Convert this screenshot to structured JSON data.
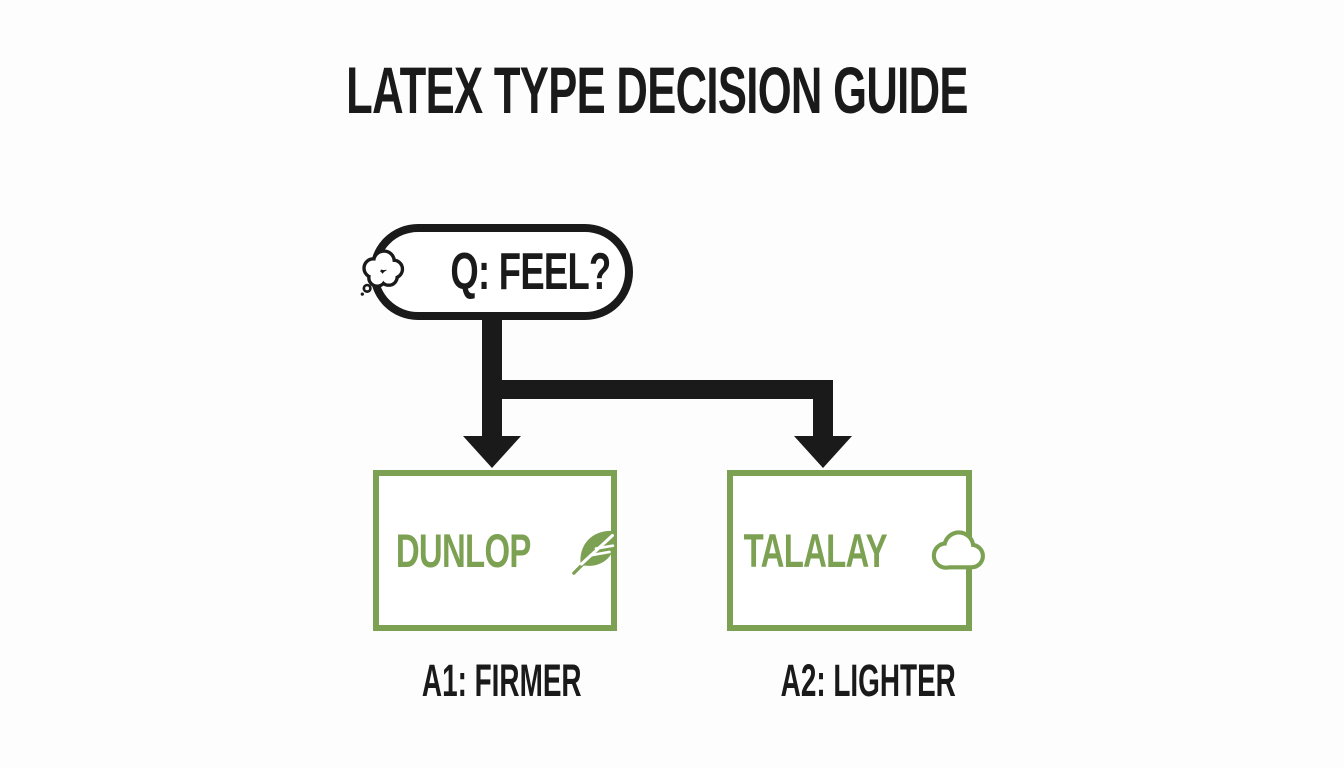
{
  "title": "LATEX TYPE DECISION GUIDE",
  "colors": {
    "background": "#fdfdfd",
    "ink": "#1a1a1a",
    "green": "#7da152",
    "box_fill": "#ffffff"
  },
  "question": {
    "icon": "thought-bubble-icon",
    "label": "Q: FEEL?"
  },
  "options": [
    {
      "label": "DUNLOP",
      "icon": "leaf-icon",
      "answer": "A1: FIRMER"
    },
    {
      "label": "TALALAY",
      "icon": "cloud-icon",
      "answer": "A2: LIGHTER"
    }
  ]
}
